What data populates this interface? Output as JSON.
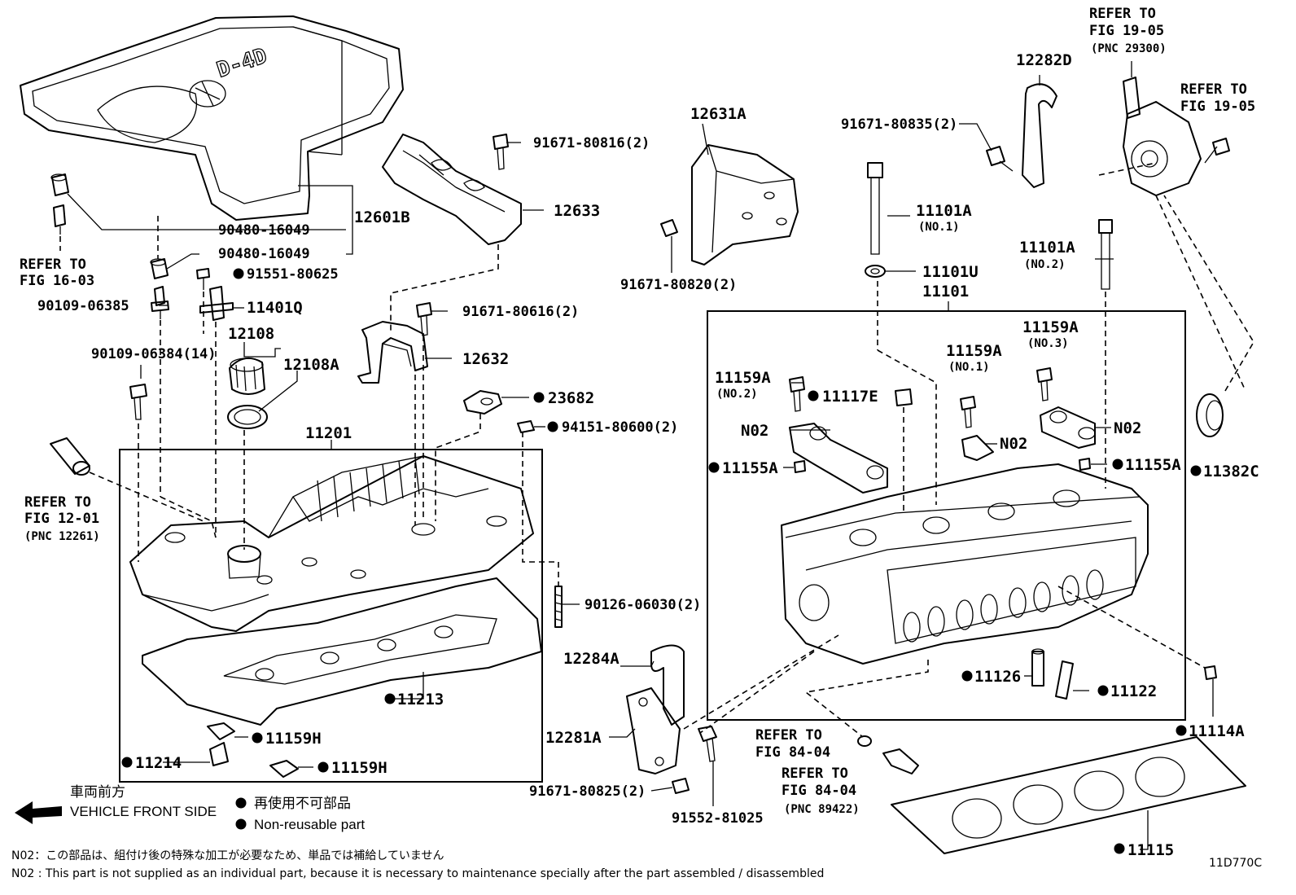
{
  "diagram_code": "11D770C",
  "callouts": {
    "c12601B": "12601B",
    "c90480a": "90480-16049",
    "c90480b": "90480-16049",
    "c91551": "91551-80625",
    "c90109_06385": "90109-06385",
    "c11401Q": "11401Q",
    "c12108": "12108",
    "c12108A": "12108A",
    "c90109_06384": "90109-06384(14)",
    "c11201": "11201",
    "c91671_80816": "91671-80816(2)",
    "c12633": "12633",
    "c91671_80616": "91671-80616(2)",
    "c12632": "12632",
    "c23682": "23682",
    "c94151": "94151-80600(2)",
    "c90126": "90126-06030(2)",
    "c11213": "11213",
    "c11159H_a": "11159H",
    "c11159H_b": "11159H",
    "c11214": "11214",
    "c12631A": "12631A",
    "c91671_80820": "91671-80820(2)",
    "c91671_80835": "91671-80835(2)",
    "c12282D": "12282D",
    "c11101A_1": "11101A",
    "c11101A_1_sub": "(NO.1)",
    "c11101U": "11101U",
    "c11101": "11101",
    "c11101A_2": "11101A",
    "c11101A_2_sub": "(NO.2)",
    "c11159A_2": "11159A",
    "c11159A_2_sub": "(NO.2)",
    "c11117E": "11117E",
    "c11159A_1": "11159A",
    "c11159A_1_sub": "(NO.1)",
    "c11159A_3": "11159A",
    "c11159A_3_sub": "(NO.3)",
    "cN02_a": "N02",
    "cN02_b": "N02",
    "cN02_c": "N02",
    "c11155A_a": "11155A",
    "c11155A_b": "11155A",
    "c11382C": "11382C",
    "c11126": "11126",
    "c11122": "11122",
    "c11114A": "11114A",
    "c12284A": "12284A",
    "c12281A": "12281A",
    "c91671_80825": "91671-80825(2)",
    "c91552": "91552-81025",
    "c11115": "11115"
  },
  "references": {
    "ref_16_03_a": "REFER TO",
    "ref_16_03_b": "FIG 16-03",
    "ref_12_01_a": "REFER TO",
    "ref_12_01_b": "FIG 12-01",
    "ref_12_01_c": "(PNC 12261)",
    "ref_19_05a_a": "REFER TO",
    "ref_19_05a_b": "FIG 19-05",
    "ref_19_05a_c": "(PNC 29300)",
    "ref_19_05b_a": "REFER TO",
    "ref_19_05b_b": "FIG 19-05",
    "ref_84_04a_a": "REFER TO",
    "ref_84_04a_b": "FIG 84-04",
    "ref_84_04b_a": "REFER TO",
    "ref_84_04b_b": "FIG 84-04",
    "ref_84_04b_c": "(PNC 89422)"
  },
  "cover_emblem": "D-4D",
  "legend": {
    "front_jp": "車両前方",
    "front_en": "VEHICLE FRONT SIDE",
    "nonreuse_jp": "再使用不可部品",
    "nonreuse_en": "Non-reusable part"
  },
  "notes": {
    "jp": "N02：この部品は、組付け後の特殊な加工が必要なため、単品では補給していません",
    "en": "N02 : This part is not supplied as an individual part, because it is necessary to maintenance specially after the part assembled / disassembled"
  }
}
